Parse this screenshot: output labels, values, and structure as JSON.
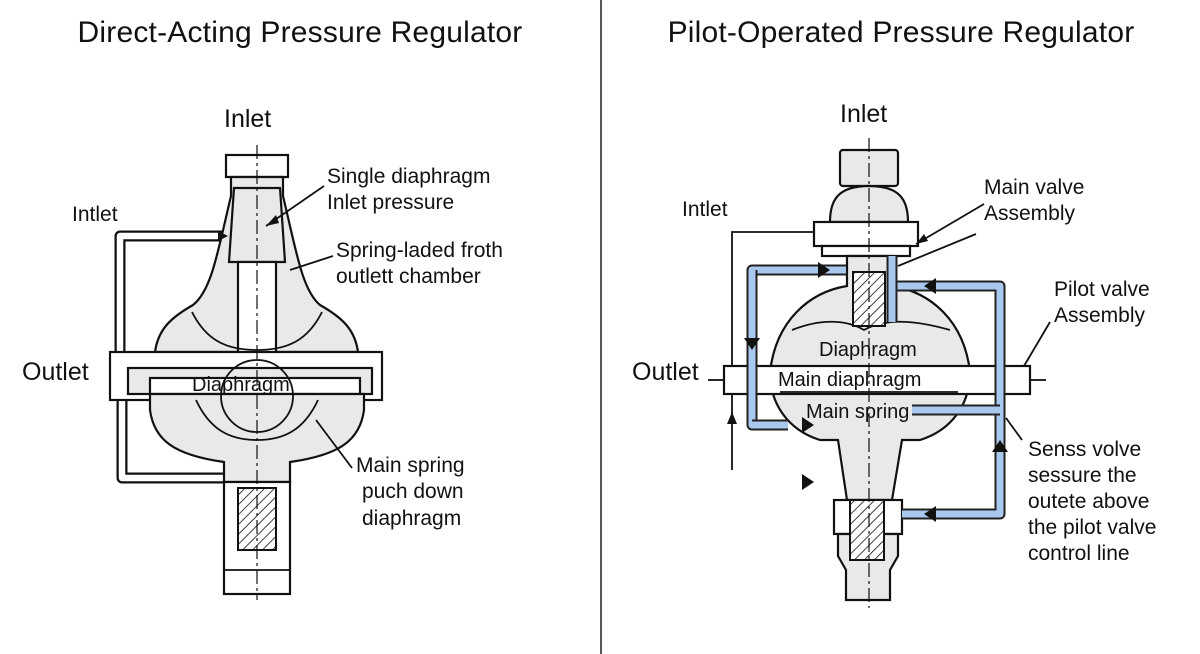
{
  "left": {
    "title": "Direct-Acting Pressure Regulator",
    "labels": {
      "inlet_top": "Inlet",
      "inlet_side": "Intlet",
      "outlet": "Outlet",
      "single_diaphragm_1": "Single diaphragm",
      "single_diaphragm_2": "Inlet pressure",
      "spring_laded_1": "Spring-laded froth",
      "spring_laded_2": "outlett chamber",
      "diaphragm": "Diaphragm",
      "main_spring_1": "Main spring",
      "main_spring_2": "puch down",
      "main_spring_3": "diaphragm"
    }
  },
  "right": {
    "title": "Pilot-Operated Pressure Regulator",
    "labels": {
      "inlet_top": "Inlet",
      "inlet_side": "Intlet",
      "outlet": "Outlet",
      "main_valve_1": "Main valve",
      "main_valve_2": "Assembly",
      "pilot_valve_1": "Pilot valve",
      "pilot_valve_2": "Assembly",
      "diaphragm": "Diaphragm",
      "main_diaphragm": "Main diaphragm",
      "main_spring": "Main spring",
      "sense_1": "Senss volve",
      "sense_2": "sessure the",
      "sense_3": "outete above",
      "sense_4": "the pilot valve",
      "sense_5": "control line"
    }
  },
  "colors": {
    "pilot_line": "#a9c8ee",
    "body_fill": "#e9e9e9",
    "ink": "#111111"
  }
}
